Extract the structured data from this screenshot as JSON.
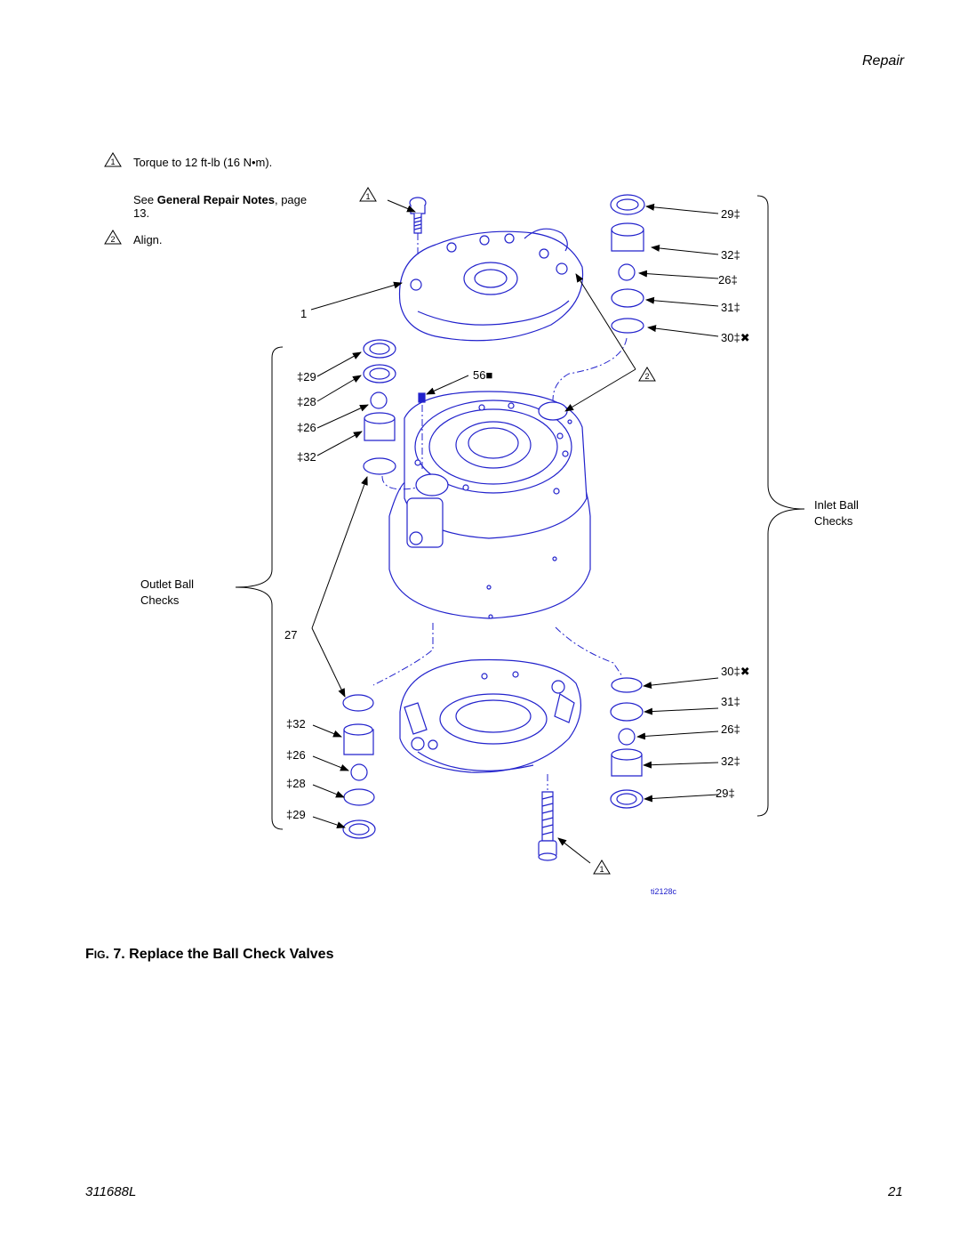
{
  "header": {
    "section": "Repair"
  },
  "notes": {
    "note1_marker": "1",
    "note1_text": "Torque to 12 ft-lb (16 N•m).",
    "see_prefix": "See ",
    "see_bold": "General Repair Notes",
    "see_suffix": ", page",
    "see_page": "13.",
    "note2_marker": "2",
    "note2_text": "Align."
  },
  "groups": {
    "outlet": [
      "Outlet Ball",
      "Checks"
    ],
    "inlet": [
      "Inlet Ball",
      "Checks"
    ]
  },
  "callouts": {
    "left_upper": [
      "‡29",
      "‡28",
      "‡26",
      "‡32"
    ],
    "left_lower": [
      "‡32",
      "‡26",
      "‡28",
      "‡29"
    ],
    "right_upper": [
      "29‡",
      "32‡",
      "26‡",
      "31‡",
      "30‡✖"
    ],
    "right_lower": [
      "30‡✖",
      "31‡",
      "26‡",
      "32‡",
      "29‡"
    ],
    "item1": "1",
    "item27": "27",
    "item56": "56■",
    "tri_top": "1",
    "tri_align": "2",
    "tri_bottom": "1"
  },
  "figure": {
    "id": "ti2128c",
    "label_prefix": "F",
    "label_small": "IG",
    "label_rest": ". 7.  Replace the Ball Check Valves"
  },
  "footer": {
    "doc_number": "311688L",
    "page": "21"
  },
  "colors": {
    "drawing": "#2222cc",
    "text": "#000000"
  }
}
